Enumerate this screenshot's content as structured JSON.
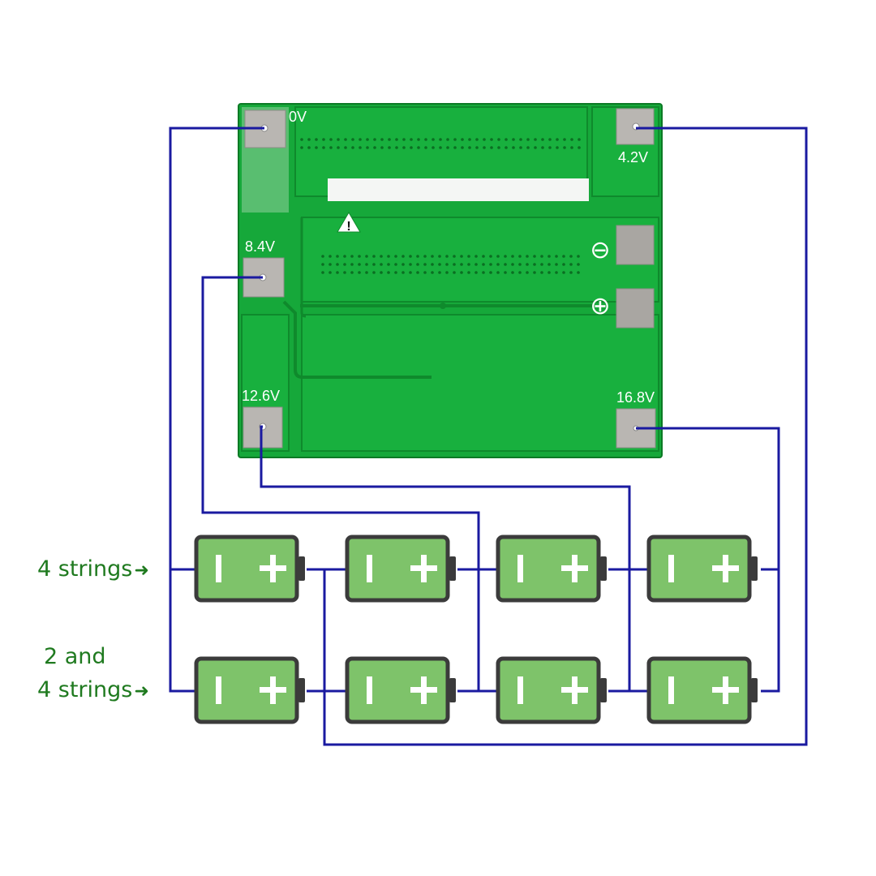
{
  "colors": {
    "pcb": "#16a83a",
    "pcb_dark": "#0f8a2c",
    "pcb_edge": "#0c7a25",
    "pad": "#b9b6b2",
    "wire": "#1a1aa0",
    "battery_fill": "#7ec36a",
    "battery_border": "#3b3b3b",
    "label_green": "#1f7a1f"
  },
  "board": {
    "pads": {
      "b0": "0V",
      "b1": "4.2V",
      "b2": "8.4V",
      "b3": "12.6V",
      "b4": "16.8V"
    },
    "symbols": {
      "minus": "⊖",
      "plus": "⊕",
      "warning": "!"
    }
  },
  "battery": {
    "minus_glyph": "I",
    "plus_glyph": "+"
  },
  "labels": {
    "row1": "4 strings",
    "row2_line1": "2 and",
    "row2_line2": "4 strings",
    "arrow": "➜"
  }
}
